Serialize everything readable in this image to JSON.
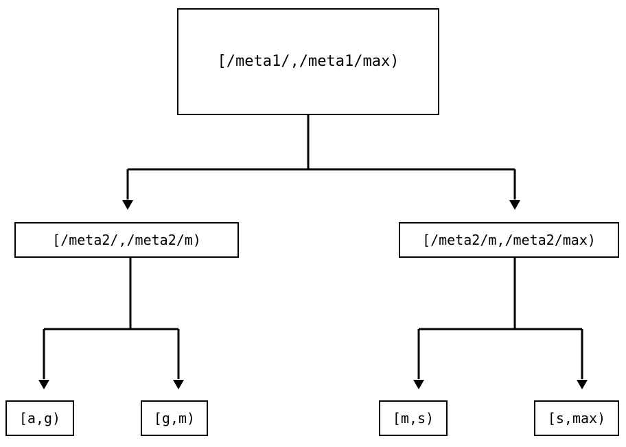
{
  "diagram": {
    "type": "binary-tree",
    "title": "",
    "background_color": "#ffffff",
    "line_color": "#000000",
    "text_color": "#000000",
    "nodes": {
      "root": {
        "label": "[/meta1/,/meta1/max)"
      },
      "mid": [
        {
          "label": "[/meta2/,/meta2/m)"
        },
        {
          "label": "[/meta2/m,/meta2/max)"
        }
      ],
      "leaves": [
        {
          "label": "[a,g)"
        },
        {
          "label": "[g,m)"
        },
        {
          "label": "[m,s)"
        },
        {
          "label": "[s,max)"
        }
      ]
    }
  }
}
